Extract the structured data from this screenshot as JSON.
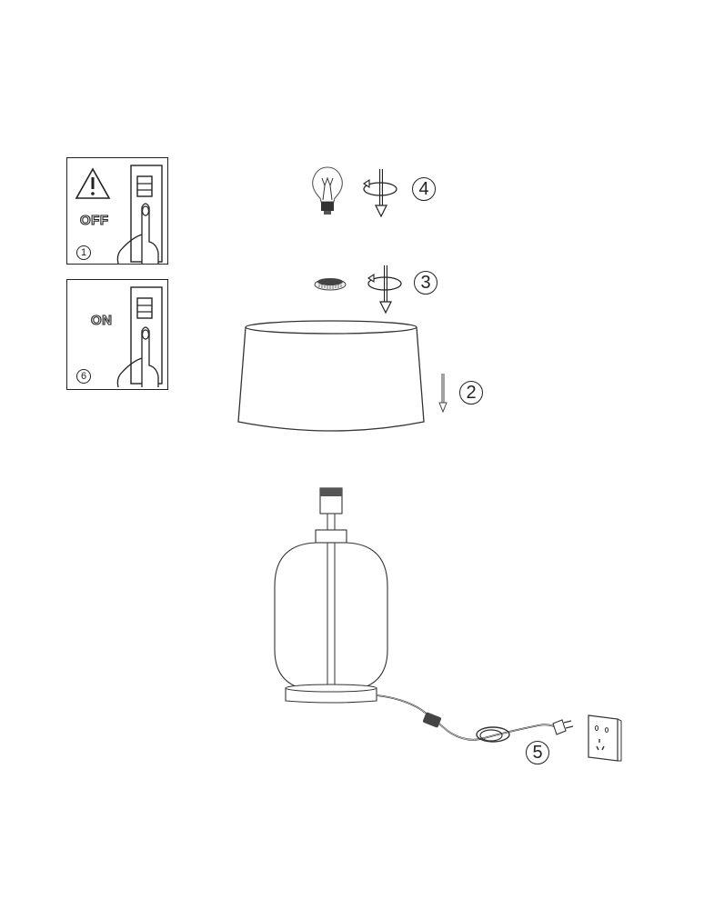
{
  "diagram": {
    "type": "assembly-instructions",
    "subject": "table lamp",
    "panels": [
      {
        "id": "power-off",
        "label": "OFF",
        "step": "1",
        "icons": [
          "warning-triangle",
          "wall-switch",
          "hand-pressing"
        ]
      },
      {
        "id": "power-on",
        "label": "ON",
        "step": "6",
        "icons": [
          "wall-switch",
          "hand-pressing"
        ]
      }
    ],
    "steps": [
      {
        "number": "4",
        "part": "light bulb",
        "action": "screw in (rotate clockwise, push down)"
      },
      {
        "number": "3",
        "part": "shade ring nut",
        "action": "screw on (rotate, push down)"
      },
      {
        "number": "2",
        "part": "lamp shade",
        "action": "lower onto lamp body"
      },
      {
        "number": "5",
        "part": "power cord with inline switch and plug",
        "action": "plug into wall socket"
      }
    ],
    "parts": [
      "light bulb",
      "ring nut",
      "drum lamp shade",
      "lamp holder",
      "glass lamp body",
      "round base",
      "power cord",
      "inline switch",
      "plug",
      "wall socket"
    ]
  }
}
